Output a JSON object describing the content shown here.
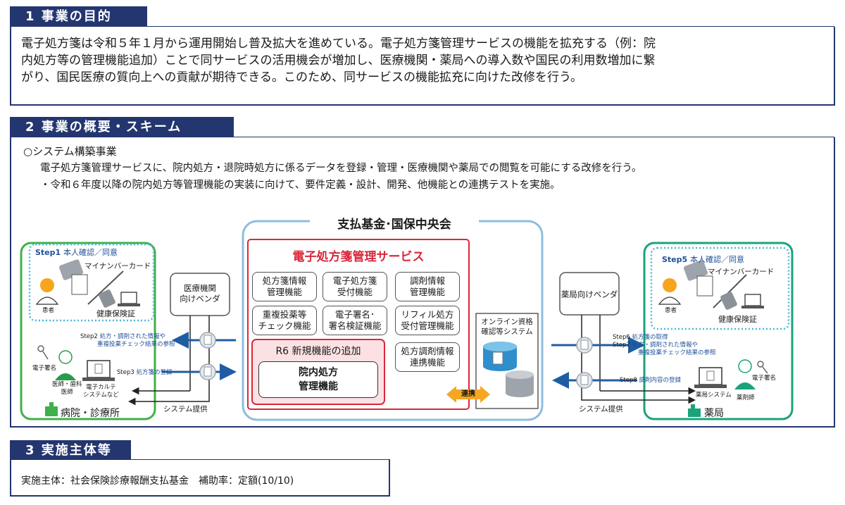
{
  "section1": {
    "heading": "1 事業の目的",
    "body_lines": [
      "電子処方箋は令和５年１月から運用開始し普及拡大を進めている。電子処方箋管理サービスの機能を拡充する（例：院",
      "内処方等の管理機能追加）ことで同サービスの活用機会が増加し、医療機関・薬局への導入数や国民の利用数増加に繋",
      "がり、国民医療の質向上への貢献が期待できる。このため、同サービスの機能拡充に向けた改修を行う。"
    ]
  },
  "section2": {
    "heading": "2 事業の概要・スキーム",
    "subheading": "○システム構築事業",
    "line1": "電子処方箋管理サービスに、院内処方・退院時処方に係るデータを登録・管理・医療機関や薬局での閲覧を可能にする改修を行う。",
    "line2": "・令和６年度以降の院内処方等管理機能の実装に向けて、要件定義・設計、開発、他機能との連携テストを実施。"
  },
  "diagram": {
    "center_title": "支払基金･国保中央会",
    "service_title": "電子処方箋管理サービス",
    "functions": [
      [
        "処方箋情報",
        "管理機能"
      ],
      [
        "電子処方箋",
        "受付機能"
      ],
      [
        "調剤情報",
        "管理機能"
      ],
      [
        "重複投薬等",
        "チェック機能"
      ],
      [
        "電子署名･",
        "署名検証機能"
      ],
      [
        "リフィル処方",
        "受付管理機能"
      ]
    ],
    "r6_title": "R6 新規機能の追加",
    "new_function": [
      "院内処方",
      "管理機能"
    ],
    "dispensing_link": [
      "処方調剤情報",
      "連携機能"
    ],
    "online_system": [
      "オンライン資格",
      "確認等システム"
    ],
    "renkei": "連携",
    "vendor_left": [
      "医療機関",
      "向けベンダ"
    ],
    "vendor_right": "薬局向けベンダ",
    "system_provide_left": "システム提供",
    "system_provide_right": "システム提供",
    "hospital": {
      "step1_no": "Step1",
      "step1_text": "本人確認／同意",
      "my_number": "マイナンバーカード",
      "insurance": "健康保険証",
      "patient": "患者",
      "e_sign": "電子署名",
      "doctor": [
        "医師・歯科",
        "医師"
      ],
      "ehr": [
        "電子カルテ",
        "システムなど"
      ],
      "step2": "Step2",
      "step2_text": [
        "処方・調剤された情報や",
        "重複投薬チェック結果の参照"
      ],
      "step3": "Step3",
      "step3_text": "処方箋の登録",
      "label": "病院・診療所"
    },
    "pharmacy": {
      "step5_no": "Step5",
      "step5_text": "本人確認／同意",
      "my_number": "マイナンバーカード",
      "insurance": "健康保険証",
      "patient": "患者",
      "step6": "Step6",
      "step6_text": "処方箋の取得",
      "step7": "Step7",
      "step7_text": [
        "処方・調剤された情報や",
        "重複投薬チェック結果の参照"
      ],
      "step8": "Step8",
      "step8_text": "調剤内容の登録",
      "e_sign": "電子署名",
      "pharmacy_system": "薬局システム",
      "pharmacist": "薬剤師",
      "label": "薬局"
    }
  },
  "section3": {
    "heading": "3 実施主体等",
    "body": "実施主体：社会保険診療報酬支払基金　補助率：定額(10/10)"
  },
  "colors": {
    "navy": "#23366f",
    "green": "#3fb04b",
    "teal": "#1aa37a",
    "red": "#d9283a",
    "sky": "#6aaad6",
    "arrow_blue": "#1f5da3",
    "orange": "#f5a623"
  }
}
